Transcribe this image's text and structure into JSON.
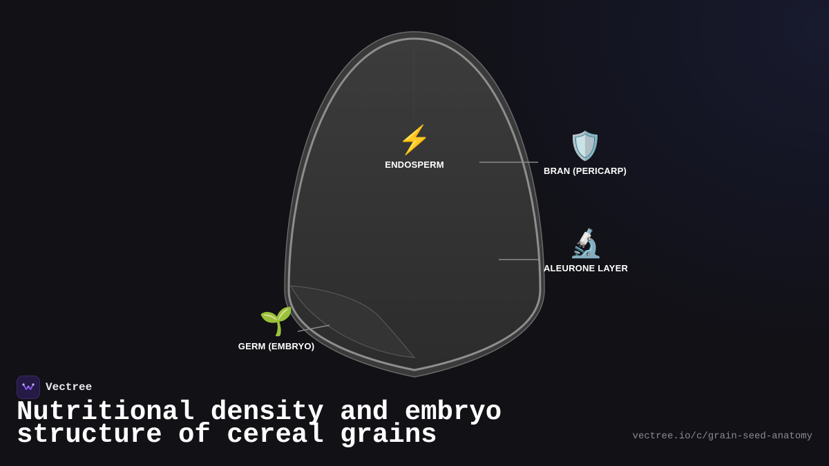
{
  "diagram": {
    "parts": [
      {
        "id": "endosperm",
        "label": "ENDOSPERM",
        "icon": "lightning-icon",
        "glyph": "⚡"
      },
      {
        "id": "bran",
        "label": "BRAN (PERICARP)",
        "icon": "shield-icon",
        "glyph": "🛡️"
      },
      {
        "id": "aleurone",
        "label": "ALEURONE LAYER",
        "icon": "microscope-icon",
        "glyph": "🔬"
      },
      {
        "id": "germ",
        "label": "GERM (EMBRYO)",
        "icon": "seedling-icon",
        "glyph": "🌱"
      }
    ]
  },
  "brand": {
    "name": "Vectree",
    "logo_icon": "vectree-logo-icon"
  },
  "title": "Nutritional density and embryo structure of cereal grains",
  "source": "vectree.io/c/grain-seed-anatomy",
  "colors": {
    "background": "#111116",
    "grain_fill": "#333333",
    "grain_outline": "#8a8a8a",
    "text": "#ffffff",
    "muted_text": "#8a8a96",
    "brand_accent": "#8b5cf6"
  }
}
